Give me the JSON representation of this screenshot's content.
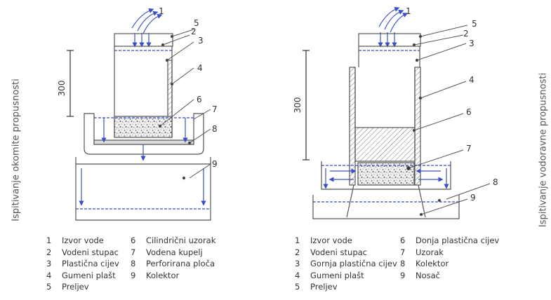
{
  "titles": {
    "left": "Ispitivanje okomite propusnosti",
    "right": "Ispitivanje vodoravne propusnosti"
  },
  "left_diagram": {
    "height_label": "300",
    "callouts": [
      "1",
      "2",
      "3",
      "4",
      "5",
      "6",
      "7",
      "8",
      "9"
    ]
  },
  "right_diagram": {
    "height_label": "300",
    "callouts": [
      "1",
      "2",
      "3",
      "4",
      "5",
      "6",
      "7",
      "8",
      "9"
    ]
  },
  "legend_left": [
    {
      "n": "1",
      "t": "Izvor vode"
    },
    {
      "n": "2",
      "t": "Vodeni stupac"
    },
    {
      "n": "3",
      "t": "Plastična cijev"
    },
    {
      "n": "4",
      "t": "Gumeni plašt"
    },
    {
      "n": "5",
      "t": "Preljev"
    },
    {
      "n": "6",
      "t": "Cilindrični uzorak"
    },
    {
      "n": "7",
      "t": "Vodena kupelj"
    },
    {
      "n": "8",
      "t": "Perforirana ploča"
    },
    {
      "n": "9",
      "t": "Kolektor"
    }
  ],
  "legend_right": [
    {
      "n": "1",
      "t": "Izvor vode"
    },
    {
      "n": "2",
      "t": "Vodeni stupac"
    },
    {
      "n": "3",
      "t": "Gornja plastična cijev"
    },
    {
      "n": "4",
      "t": "Gumeni plašt"
    },
    {
      "n": "5",
      "t": "Preljev"
    },
    {
      "n": "6",
      "t": "Donja plastična cijev"
    },
    {
      "n": "7",
      "t": "Uzorak"
    },
    {
      "n": "8",
      "t": "Kolektor"
    },
    {
      "n": "9",
      "t": "Nosač"
    }
  ],
  "colors": {
    "line": "#555555",
    "water": "#3b4fc4",
    "hatch": "#888888"
  }
}
